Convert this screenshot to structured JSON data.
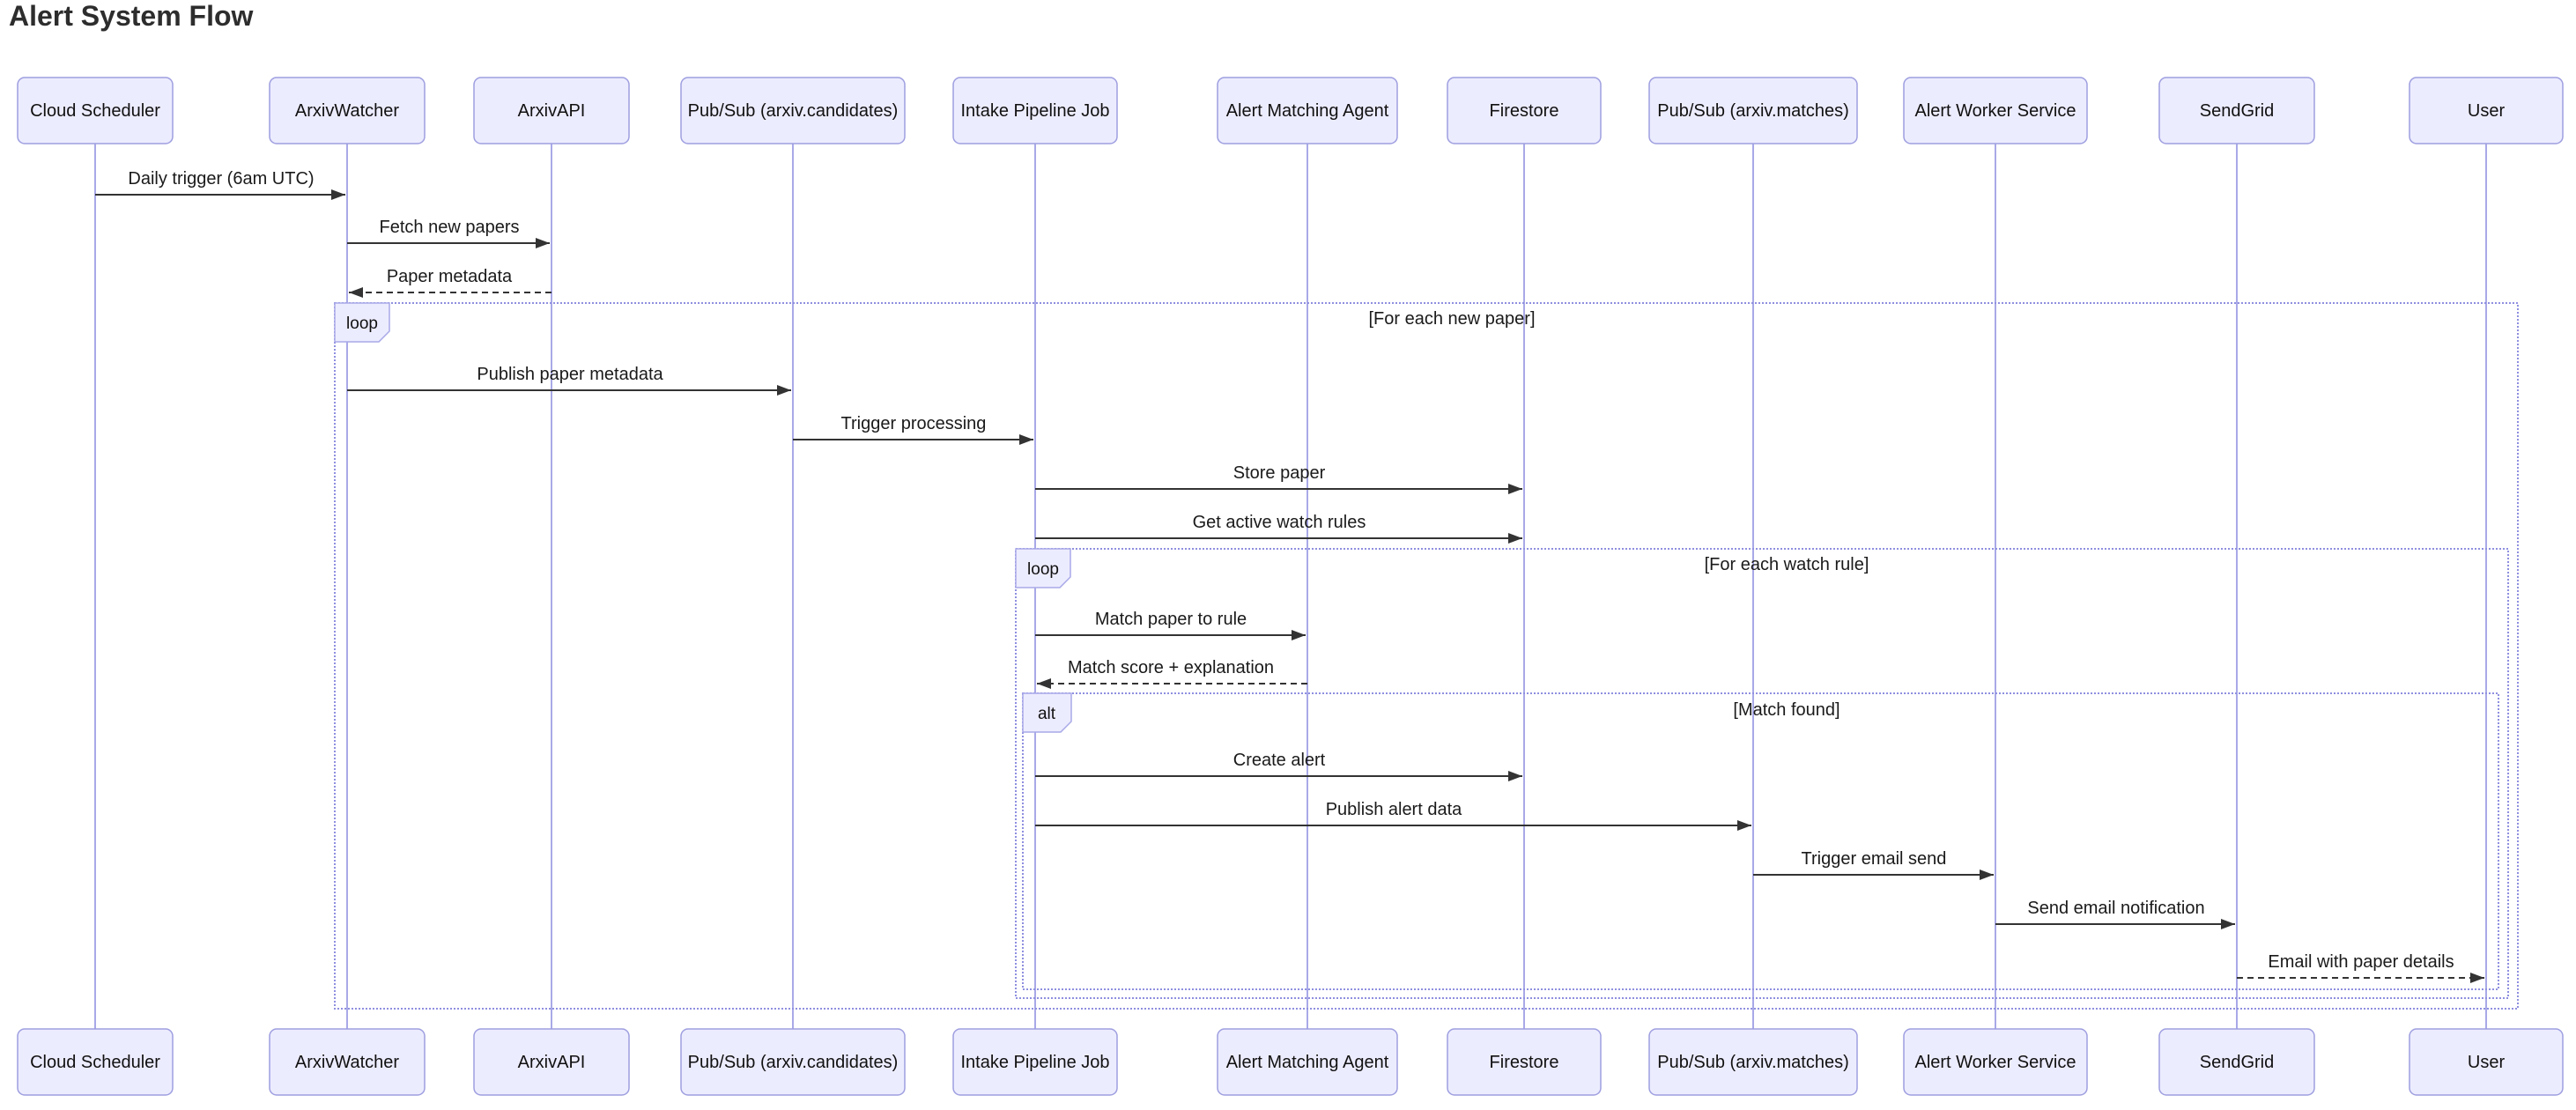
{
  "page": {
    "title": "Alert System Flow"
  },
  "diagram": {
    "type": "sequence-diagram"
  },
  "colors": {
    "background": "#ffffff",
    "participant_fill": "#ECECFF",
    "participant_border": "#9e9ee0",
    "lifeline": "#a9a9e8",
    "fragment_border": "#8f8fe0",
    "arrow": "#333333",
    "text": "#1a1a1a"
  },
  "participants": [
    {
      "label": "Cloud Scheduler"
    },
    {
      "label": "ArxivWatcher"
    },
    {
      "label": "ArxivAPI"
    },
    {
      "label": "Pub/Sub (arxiv.candidates)"
    },
    {
      "label": "Intake Pipeline Job"
    },
    {
      "label": "Alert Matching Agent"
    },
    {
      "label": "Firestore"
    },
    {
      "label": "Pub/Sub (arxiv.matches)"
    },
    {
      "label": "Alert Worker Service"
    },
    {
      "label": "SendGrid"
    },
    {
      "label": "User"
    }
  ],
  "messages": [
    {
      "from": "Cloud Scheduler",
      "to": "ArxivWatcher",
      "label": "Daily trigger (6am UTC)",
      "line": "solid"
    },
    {
      "from": "ArxivWatcher",
      "to": "ArxivAPI",
      "label": "Fetch new papers",
      "line": "solid"
    },
    {
      "from": "ArxivAPI",
      "to": "ArxivWatcher",
      "label": "Paper metadata",
      "line": "dashed"
    },
    {
      "from": "ArxivWatcher",
      "to": "Pub/Sub (arxiv.candidates)",
      "label": "Publish paper metadata",
      "line": "solid"
    },
    {
      "from": "Pub/Sub (arxiv.candidates)",
      "to": "Intake Pipeline Job",
      "label": "Trigger processing",
      "line": "solid"
    },
    {
      "from": "Intake Pipeline Job",
      "to": "Firestore",
      "label": "Store paper",
      "line": "solid"
    },
    {
      "from": "Intake Pipeline Job",
      "to": "Firestore",
      "label": "Get active watch rules",
      "line": "solid"
    },
    {
      "from": "Intake Pipeline Job",
      "to": "Alert Matching Agent",
      "label": "Match paper to rule",
      "line": "solid"
    },
    {
      "from": "Alert Matching Agent",
      "to": "Intake Pipeline Job",
      "label": "Match score + explanation",
      "line": "dashed"
    },
    {
      "from": "Intake Pipeline Job",
      "to": "Firestore",
      "label": "Create alert",
      "line": "solid"
    },
    {
      "from": "Intake Pipeline Job",
      "to": "Pub/Sub (arxiv.matches)",
      "label": "Publish alert data",
      "line": "solid"
    },
    {
      "from": "Pub/Sub (arxiv.matches)",
      "to": "Alert Worker Service",
      "label": "Trigger email send",
      "line": "solid"
    },
    {
      "from": "Alert Worker Service",
      "to": "SendGrid",
      "label": "Send email notification",
      "line": "solid"
    },
    {
      "from": "SendGrid",
      "to": "User",
      "label": "Email with paper details",
      "line": "dashed"
    }
  ],
  "fragments": [
    {
      "type": "loop",
      "label": "loop",
      "condition": "[For each new paper]"
    },
    {
      "type": "loop",
      "label": "loop",
      "condition": "[For each watch rule]"
    },
    {
      "type": "alt",
      "label": "alt",
      "condition": "[Match found]"
    }
  ]
}
